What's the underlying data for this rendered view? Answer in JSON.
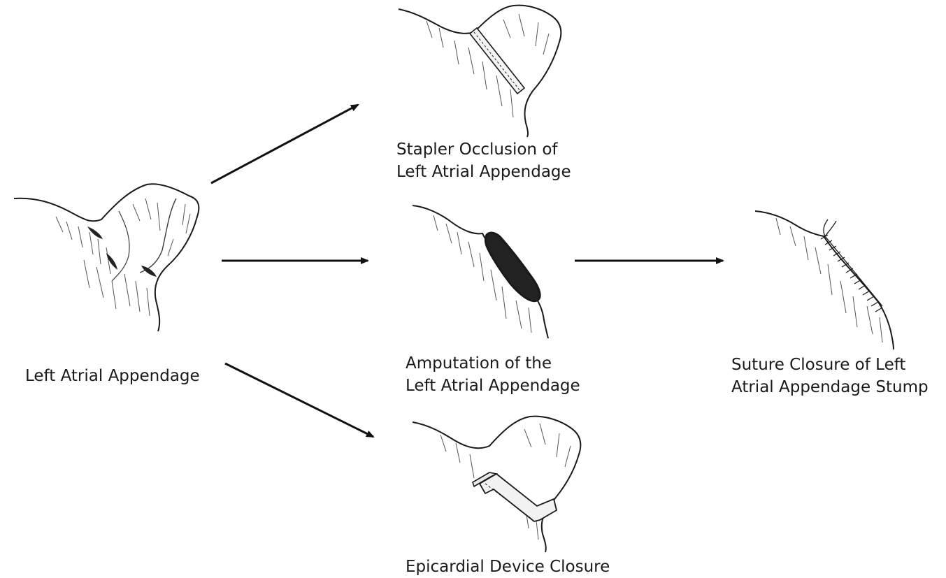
{
  "captions": {
    "left_atrial_appendage": {
      "line1": "Left Atrial Appendage"
    },
    "stapler_occlusion": {
      "line1": "Stapler Occlusion of",
      "line2": "Left Atrial Appendage"
    },
    "amputation": {
      "line1": "Amputation of the",
      "line2": "Left Atrial Appendage"
    },
    "suture_closure": {
      "line1": "Suture Closure of Left",
      "line2": "Atrial Appendage Stump"
    },
    "epicardial_device": {
      "line1": "Epicardial Device Closure"
    }
  },
  "colors": {
    "ink": "#1a1a1a",
    "shade": "#3a3a3a",
    "hatch": "#555555",
    "background": "#ffffff",
    "stump_fill": "#222222"
  },
  "flow": [
    {
      "from": "left_atrial_appendage",
      "to": "stapler_occlusion"
    },
    {
      "from": "left_atrial_appendage",
      "to": "amputation"
    },
    {
      "from": "left_atrial_appendage",
      "to": "epicardial_device"
    },
    {
      "from": "amputation",
      "to": "suture_closure"
    }
  ]
}
